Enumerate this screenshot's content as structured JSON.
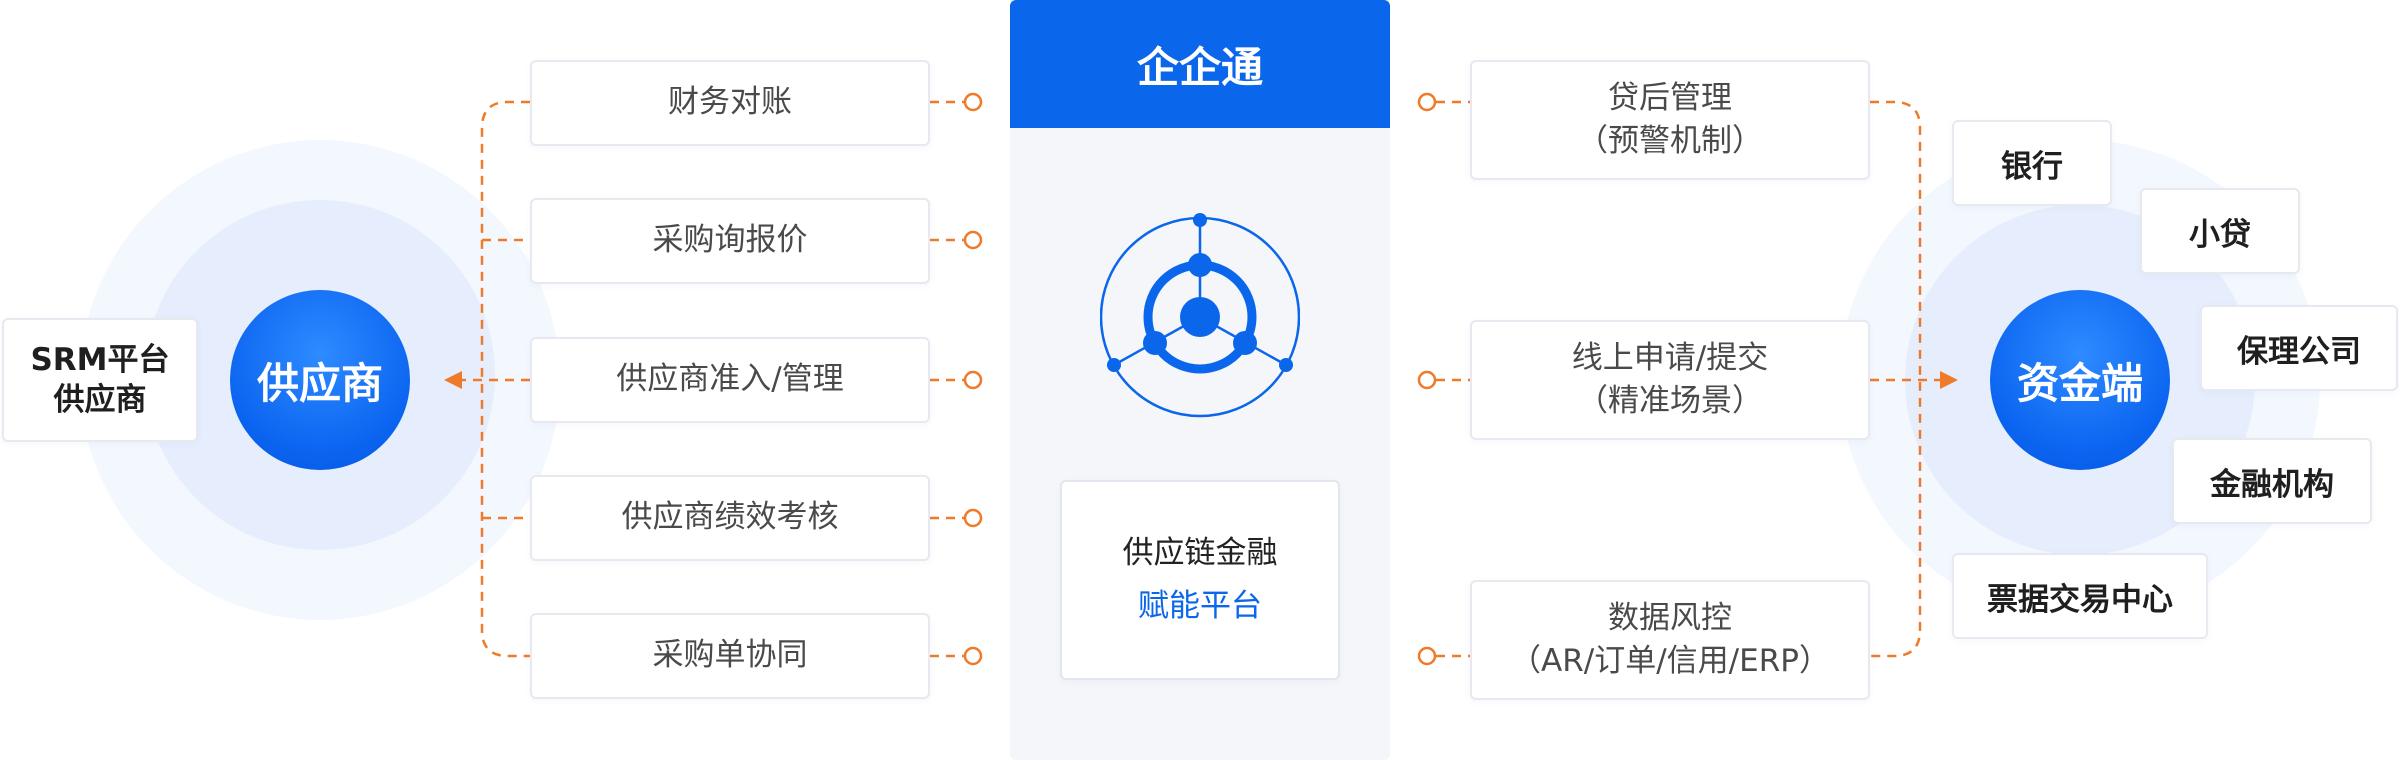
{
  "colors": {
    "accent_blue": "#0a66ea",
    "connector_orange": "#ef7a2a",
    "card_border": "#e6e9ef",
    "center_bg": "#f4f6f9"
  },
  "left": {
    "source_label_line1": "SRM平台",
    "source_label_line2": "供应商",
    "node_label": "供应商",
    "features": [
      "财务对账",
      "采购询报价",
      "供应商准入/管理",
      "供应商绩效考核",
      "采购单协同"
    ]
  },
  "center": {
    "title": "企企通",
    "logo_icon": "network-hub-icon",
    "platform_line1": "供应链金融",
    "platform_line2": "赋能平台"
  },
  "right": {
    "features": [
      {
        "line1": "贷后管理",
        "line2": "（预警机制）"
      },
      {
        "line1": "线上申请/提交",
        "line2": "（精准场景）"
      },
      {
        "line1": "数据风控",
        "line2": "（AR/订单/信用/ERP）"
      }
    ],
    "node_label": "资金端",
    "institutions": [
      "银行",
      "小贷",
      "保理公司",
      "金融机构",
      "票据交易中心"
    ]
  }
}
